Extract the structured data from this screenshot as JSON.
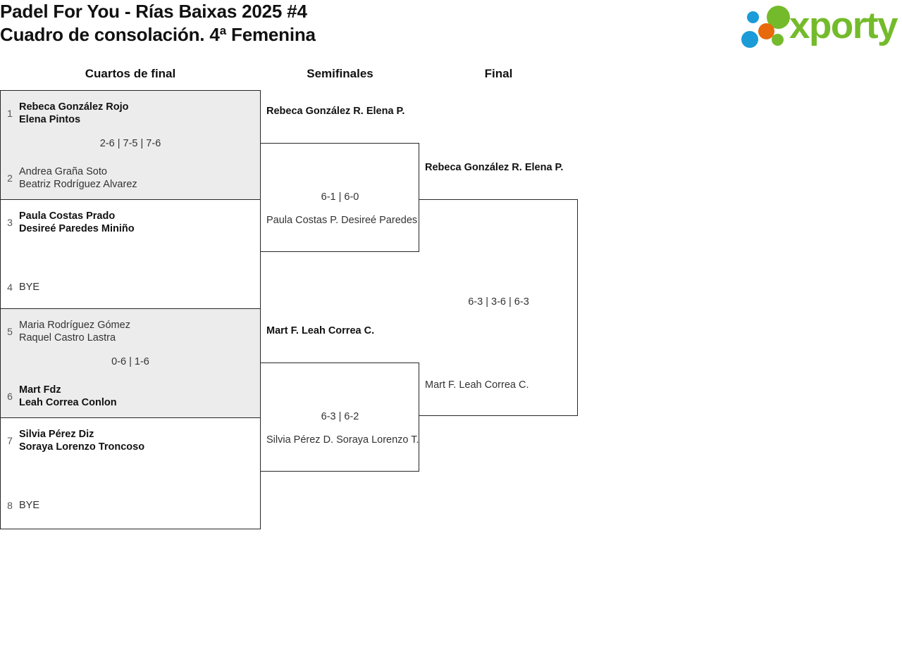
{
  "header": {
    "title_line1": "Padel For You - Rías Baixas 2025 #4",
    "title_line2": "Cuadro de consolación. 4ª Femenina",
    "logo": {
      "wordmark": "xporty",
      "colors": {
        "green": "#74bb2c",
        "blue": "#1b9bd8",
        "orange": "#e8690b"
      }
    }
  },
  "rounds": [
    {
      "label": "Cuartos de final"
    },
    {
      "label": "Semifinales"
    },
    {
      "label": "Final"
    }
  ],
  "quarterfinals": [
    {
      "shaded": true,
      "score": "2-6 | 7-5 | 7-6",
      "top": {
        "seed": "1",
        "p1": "Rebeca González Rojo",
        "p2": "Elena Pintos",
        "winner": true
      },
      "bottom": {
        "seed": "2",
        "p1": "Andrea Graña Soto",
        "p2": "Beatriz Rodríguez Alvarez",
        "winner": false
      }
    },
    {
      "shaded": false,
      "score": "",
      "top": {
        "seed": "3",
        "p1": "Paula Costas Prado",
        "p2": "Desireé Paredes Miniño",
        "winner": true
      },
      "bottom": {
        "seed": "4",
        "p1": "BYE",
        "p2": "",
        "winner": false
      }
    },
    {
      "shaded": true,
      "score": "0-6 | 1-6",
      "top": {
        "seed": "5",
        "p1": "Maria Rodríguez Gómez",
        "p2": "Raquel Castro Lastra",
        "winner": false
      },
      "bottom": {
        "seed": "6",
        "p1": "Mart Fdz",
        "p2": "Leah Correa Conlon",
        "winner": true
      }
    },
    {
      "shaded": false,
      "score": "",
      "top": {
        "seed": "7",
        "p1": "Silvia Pérez Diz",
        "p2": "Soraya Lorenzo Troncoso",
        "winner": true
      },
      "bottom": {
        "seed": "8",
        "p1": "BYE",
        "p2": "",
        "winner": false
      }
    }
  ],
  "semifinals": [
    {
      "score": "6-1 | 6-0",
      "top": {
        "p1": "Rebeca González R.",
        "p2": "Elena P.",
        "winner": true
      },
      "bottom": {
        "p1": "Paula Costas P.",
        "p2": "Desireé Paredes M.",
        "winner": false
      }
    },
    {
      "score": "6-3 | 6-2",
      "top": {
        "p1": "Mart F.",
        "p2": "Leah Correa C.",
        "winner": true
      },
      "bottom": {
        "p1": "Silvia Pérez D.",
        "p2": "Soraya Lorenzo T.",
        "winner": false
      }
    }
  ],
  "final": {
    "score": "6-3 | 3-6 | 6-3",
    "top": {
      "p1": "Rebeca González R.",
      "p2": "Elena P.",
      "winner": true
    },
    "bottom": {
      "p1": "Mart F.",
      "p2": "Leah Correa C.",
      "winner": false
    }
  }
}
